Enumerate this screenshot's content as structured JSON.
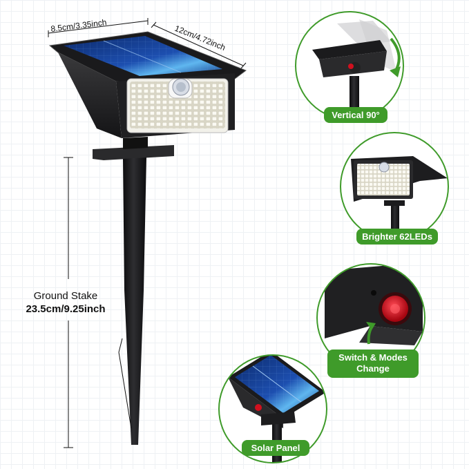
{
  "dimensions": {
    "width_label": "8.5cm/3.35inch",
    "length_label": "12cm/4.72inch"
  },
  "stake": {
    "title": "Ground Stake",
    "size": "23.5cm/9.25inch"
  },
  "features": [
    {
      "label": "Vertical 90°",
      "icon": "rotate-arrow-icon"
    },
    {
      "label": "Brighter 62LEDs",
      "icon": "led-panel-icon"
    },
    {
      "label_line1": "Switch & Modes",
      "label_line2": "Change",
      "icon": "power-switch-icon"
    },
    {
      "label": "Solar Panel",
      "icon": "solar-panel-icon"
    }
  ],
  "colors": {
    "accent_green": "#3f9b2a",
    "switch_red": "#d0101e",
    "body_black": "#1c1c1e",
    "solar_blue": "#1d4fb0"
  }
}
